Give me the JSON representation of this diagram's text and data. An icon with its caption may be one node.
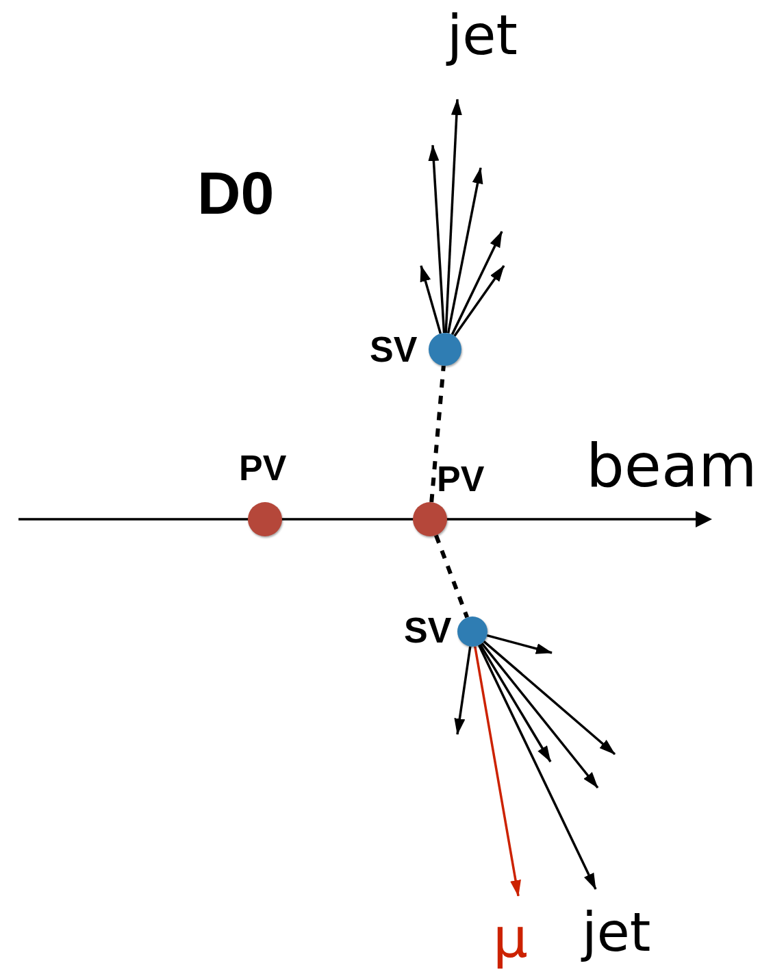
{
  "diagram": {
    "nodes": [
      {
        "text": [
          "PV"
        ]
      },
      {
        "text": [
          "PV"
        ]
      },
      {
        "text": [
          "SV"
        ]
      },
      {
        "text": [
          "SV"
        ]
      }
    ],
    "edges": [
      {
        "from": 1,
        "to": 2,
        "arrow": "none",
        "style": "dashed"
      },
      {
        "from": 1,
        "to": 3,
        "arrow": "none",
        "style": "dashed"
      },
      {
        "from": 2,
        "to": null,
        "arrow": "to"
      },
      {
        "from": 2,
        "to": null,
        "arrow": "to"
      },
      {
        "from": 2,
        "to": null,
        "arrow": "to"
      },
      {
        "from": 2,
        "to": null,
        "arrow": "to"
      },
      {
        "from": 2,
        "to": null,
        "arrow": "to"
      },
      {
        "from": 2,
        "to": null,
        "arrow": "to"
      },
      {
        "from": 3,
        "to": null,
        "arrow": "to"
      },
      {
        "from": 3,
        "to": null,
        "arrow": "to"
      },
      {
        "from": 3,
        "to": null,
        "arrow": "to"
      },
      {
        "from": 3,
        "to": null,
        "arrow": "to"
      },
      {
        "from": 3,
        "to": null,
        "arrow": "to"
      },
      {
        "from": 3,
        "to": null,
        "arrow": "to"
      },
      {
        "from": 3,
        "to": null,
        "arrow": "to",
        "color": "#cc2200"
      }
    ],
    "labels": [
      "jet",
      "D0",
      "beam",
      "μ",
      "jet"
    ]
  }
}
